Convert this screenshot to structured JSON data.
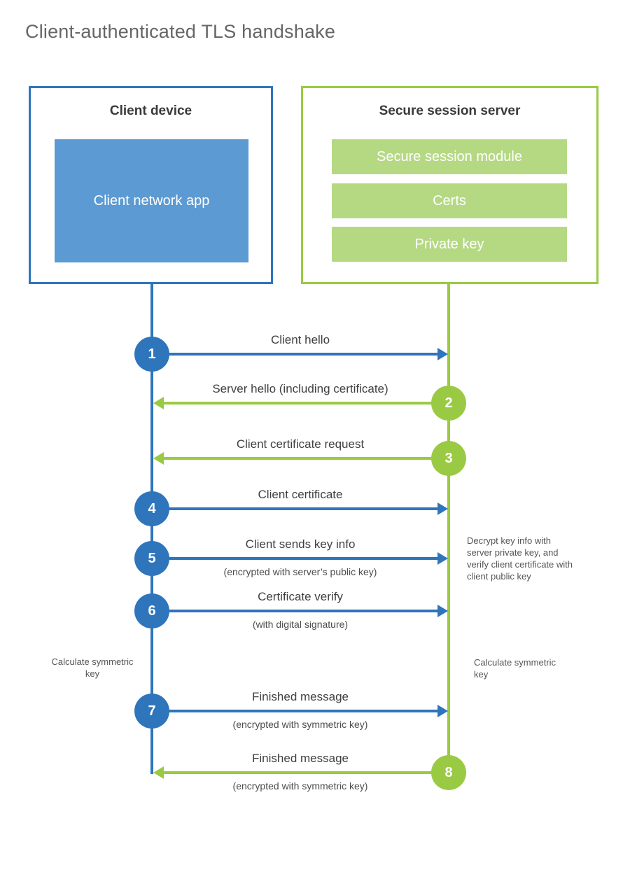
{
  "title": "Client-authenticated TLS handshake",
  "client": {
    "title": "Client device",
    "app_label": "Client network app"
  },
  "server": {
    "title": "Secure session server",
    "modules": [
      "Secure session module",
      "Certs",
      "Private key"
    ]
  },
  "steps": [
    {
      "number": "1",
      "actor": "client",
      "direction": "right",
      "label": "Client hello",
      "sublabel": ""
    },
    {
      "number": "2",
      "actor": "server",
      "direction": "left",
      "label": "Server hello (including certificate)",
      "sublabel": ""
    },
    {
      "number": "3",
      "actor": "server",
      "direction": "left",
      "label": "Client certificate request",
      "sublabel": ""
    },
    {
      "number": "4",
      "actor": "client",
      "direction": "right",
      "label": "Client certificate",
      "sublabel": ""
    },
    {
      "number": "5",
      "actor": "client",
      "direction": "right",
      "label": "Client sends key info",
      "sublabel": "(encrypted with server’s public key)"
    },
    {
      "number": "6",
      "actor": "client",
      "direction": "right",
      "label": "Certificate verify",
      "sublabel": "(with digital signature)"
    },
    {
      "number": "7",
      "actor": "client",
      "direction": "right",
      "label": "Finished message",
      "sublabel": "(encrypted with symmetric key)"
    },
    {
      "number": "8",
      "actor": "server",
      "direction": "left",
      "label": "Finished message",
      "sublabel": "(encrypted with symmetric key)"
    }
  ],
  "annotations": {
    "server_note": "Decrypt key info with server private key, and verify client certificate with client public key",
    "client_calc": "Calculate symmetric key",
    "server_calc": "Calculate symmetric key"
  },
  "colors": {
    "client_blue": "#2e75bc",
    "client_blue_fill": "#5b9ad2",
    "server_green": "#9aca43",
    "server_green_fill": "#b5d983"
  }
}
